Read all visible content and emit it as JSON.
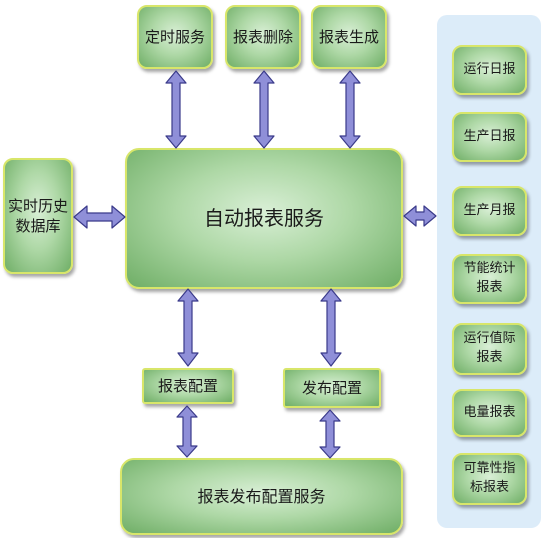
{
  "top_services": [
    "定时服务",
    "报表删除",
    "报表生成"
  ],
  "main_service": "自动报表服务",
  "database": [
    "实时历史",
    "数据库"
  ],
  "config_boxes": [
    "报表配置",
    "发布配置"
  ],
  "publish_service": "报表发布配置服务",
  "report_list": [
    "运行日报",
    "生产日报",
    "生产月报",
    "节能统计报表",
    "运行值际报表",
    "电量报表",
    "可靠性指标报表"
  ],
  "colors": {
    "node_fill": "#aed8a6",
    "node_border": "#d8e66a",
    "arrow_fill": "#8f8fd8",
    "arrow_stroke": "#3a3a8a",
    "panel_bg": "#dcecf9"
  }
}
